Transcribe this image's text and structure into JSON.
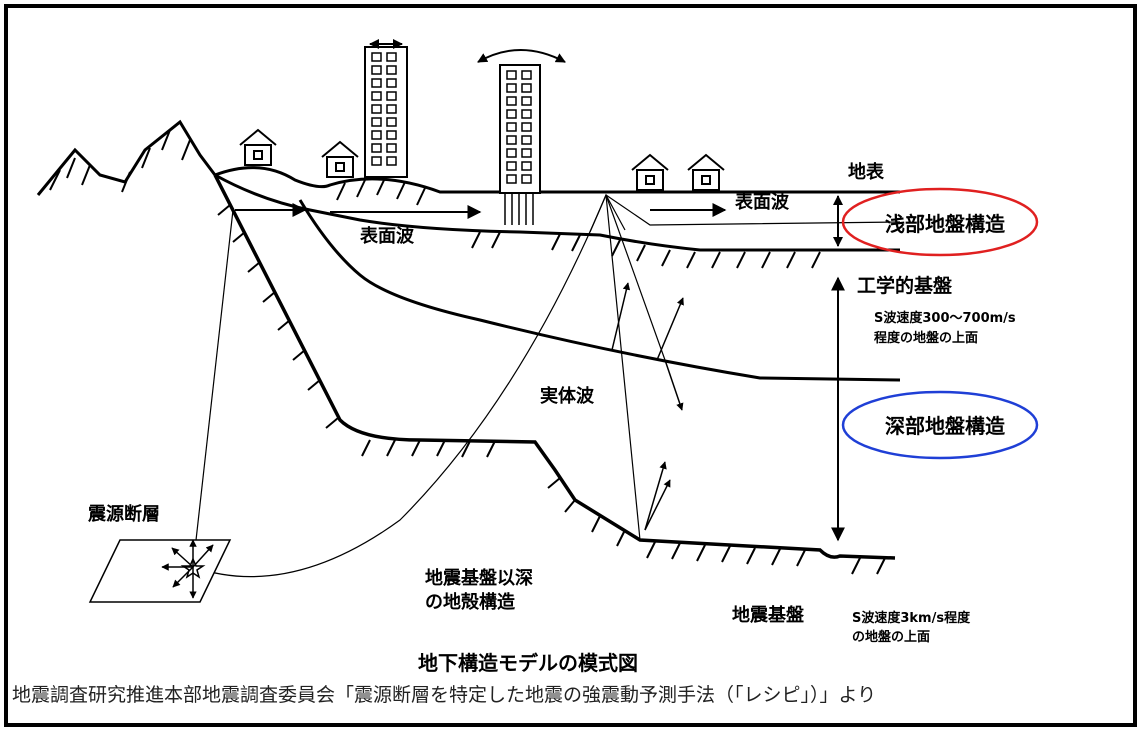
{
  "labels": {
    "surface": "地表",
    "shallow_structure": "浅部地盤構造",
    "engineering_bedrock": "工学的基盤",
    "eng_bedrock_note_1": "S波速度300〜700m/s",
    "eng_bedrock_note_2": "程度の地盤の上面",
    "deep_structure": "深部地盤構造",
    "surface_wave_left": "表面波",
    "surface_wave_right": "表面波",
    "body_wave": "実体波",
    "source_fault": "震源断層",
    "crust_1": "地震基盤以深",
    "crust_2": "の地殻構造",
    "seismic_bedrock": "地震基盤",
    "seismic_bedrock_note_1": "S波速度3km/s程度",
    "seismic_bedrock_note_2": "の地盤の上面",
    "figure_title": "地下構造モデルの模式図"
  },
  "caption": "地震調査研究推進本部地震調査委員会「震源断層を特定した地震の強震動予測手法（「レシピ」）」より",
  "colors": {
    "shallow_ellipse": "#e02020",
    "deep_ellipse": "#1f3fd6",
    "ink": "#000000"
  }
}
